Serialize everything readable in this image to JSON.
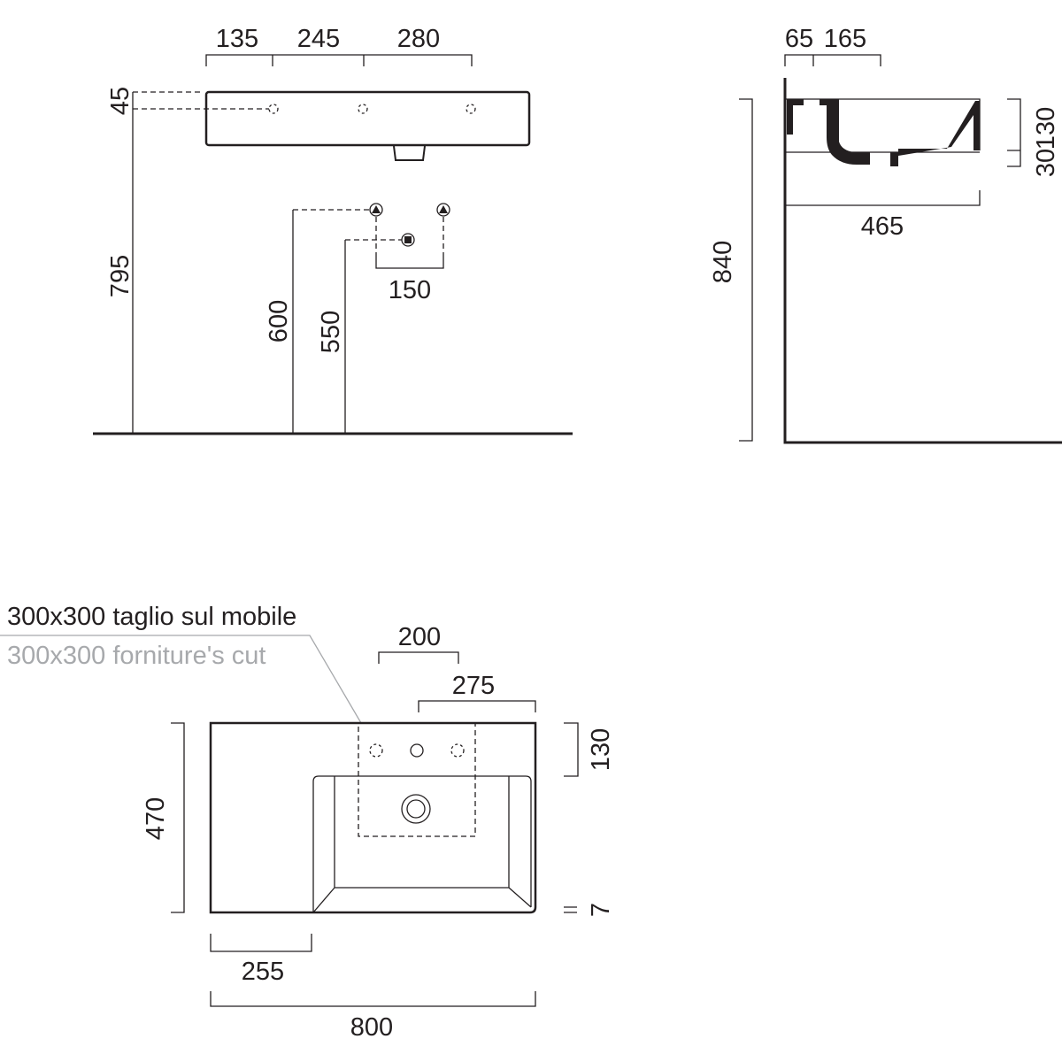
{
  "front_view": {
    "top_dims": [
      "135",
      "245",
      "280"
    ],
    "left_dims": {
      "tap_height_offset": "45",
      "total_height": "795"
    },
    "supply_height": "600",
    "drain_height": "550",
    "supply_spacing": "150"
  },
  "side_view": {
    "top_dims": [
      "65",
      "165"
    ],
    "depth": "465",
    "basin_height": "130",
    "overflow": "30",
    "total_height": "840"
  },
  "plan_view": {
    "note_it": "300x300 taglio sul mobile",
    "note_en": "300x300 forniture's cut",
    "hole_spacing": "200",
    "hole_offset": "275",
    "hole_depth": "130",
    "depth": "470",
    "rim": "7",
    "shelf_width": "255",
    "width": "800"
  },
  "colors": {
    "line": "#231f20",
    "note_secondary": "#a7a9ac"
  }
}
